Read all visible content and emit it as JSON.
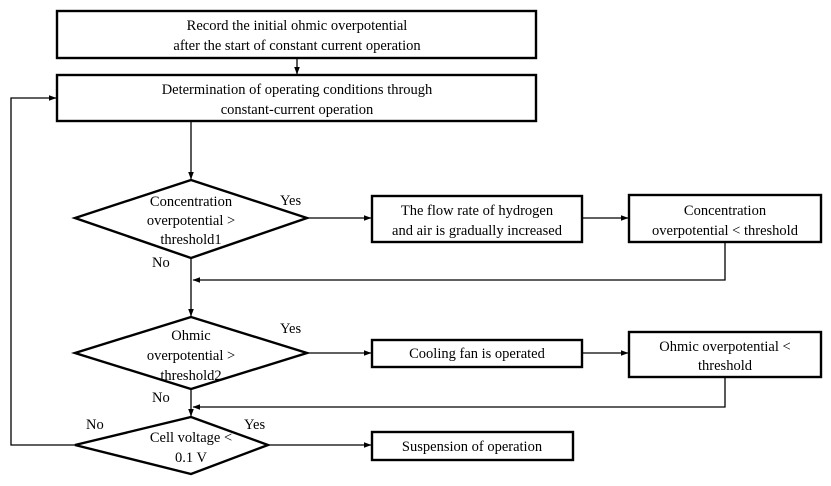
{
  "diagram": {
    "type": "flowchart",
    "nodes": {
      "record": {
        "kind": "process",
        "lines": [
          "Record the initial ohmic overpotential",
          "after the start of constant current operation"
        ]
      },
      "determine": {
        "kind": "process",
        "lines": [
          "Determination of operating conditions through",
          "constant-current operation"
        ]
      },
      "decision_conc": {
        "kind": "decision",
        "lines": [
          "Concentration",
          "overpotential >",
          "threshold1"
        ]
      },
      "flow_increase": {
        "kind": "process",
        "lines": [
          "The flow rate of hydrogen",
          "and air is gradually increased"
        ]
      },
      "conc_below": {
        "kind": "process",
        "lines": [
          "Concentration",
          "overpotential < threshold"
        ]
      },
      "decision_ohmic": {
        "kind": "decision",
        "lines": [
          "Ohmic",
          "overpotential >",
          "threshold2"
        ]
      },
      "cooling_fan": {
        "kind": "process",
        "lines": [
          "Cooling fan is operated"
        ]
      },
      "ohmic_below": {
        "kind": "process",
        "lines": [
          "Ohmic overpotential <",
          "threshold"
        ]
      },
      "decision_voltage": {
        "kind": "decision",
        "lines": [
          "Cell voltage <",
          "0.1 V"
        ]
      },
      "suspension": {
        "kind": "process",
        "lines": [
          "Suspension of operation"
        ]
      }
    },
    "edge_labels": {
      "conc_yes": "Yes",
      "conc_no": "No",
      "ohmic_yes": "Yes",
      "ohmic_no": "No",
      "voltage_yes": "Yes",
      "voltage_no": "No"
    },
    "edges": [
      {
        "from": "record",
        "to": "determine"
      },
      {
        "from": "determine",
        "to": "decision_conc"
      },
      {
        "from": "decision_conc",
        "to": "flow_increase",
        "label": "Yes"
      },
      {
        "from": "flow_increase",
        "to": "conc_below"
      },
      {
        "from": "conc_below",
        "to": "decision_ohmic"
      },
      {
        "from": "decision_conc",
        "to": "decision_ohmic",
        "label": "No"
      },
      {
        "from": "decision_ohmic",
        "to": "cooling_fan",
        "label": "Yes"
      },
      {
        "from": "cooling_fan",
        "to": "ohmic_below"
      },
      {
        "from": "ohmic_below",
        "to": "decision_voltage"
      },
      {
        "from": "decision_ohmic",
        "to": "decision_voltage",
        "label": "No"
      },
      {
        "from": "decision_voltage",
        "to": "suspension",
        "label": "Yes"
      },
      {
        "from": "decision_voltage",
        "to": "determine",
        "label": "No"
      }
    ]
  }
}
